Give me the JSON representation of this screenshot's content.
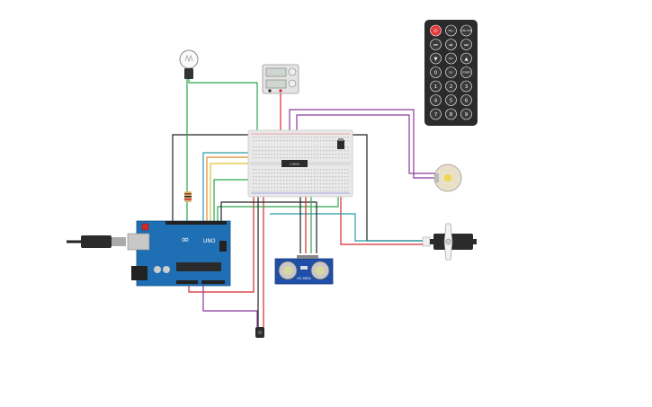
{
  "circuit": {
    "arduino": {
      "model_label": "UNO",
      "brand_label": "∞"
    },
    "ultrasonic": {
      "label": "HC-SR04"
    },
    "ic_chip": {
      "label": "L7805"
    },
    "remote": {
      "buttons": [
        [
          "⏻",
          "VOL+",
          "FUNC STOP"
        ],
        [
          "⏮",
          "⏯",
          "⏭"
        ],
        [
          "▼",
          "VOL-",
          "▲"
        ],
        [
          "0",
          "EQ",
          "ST/REPT"
        ],
        [
          "1",
          "2",
          "3"
        ],
        [
          "4",
          "5",
          "6"
        ],
        [
          "7",
          "8",
          "9"
        ]
      ]
    },
    "colors": {
      "wire_black": "#222222",
      "wire_red": "#d42a2a",
      "wire_green": "#2aa84a",
      "wire_purple": "#8a3a9a",
      "wire_orange": "#e08a2a",
      "wire_teal": "#2a9aa8",
      "wire_yellow": "#e0c02a",
      "arduino_blue": "#1f6fb4",
      "remote_body": "#2b2b2b",
      "remote_power": "#e03a3a"
    }
  }
}
